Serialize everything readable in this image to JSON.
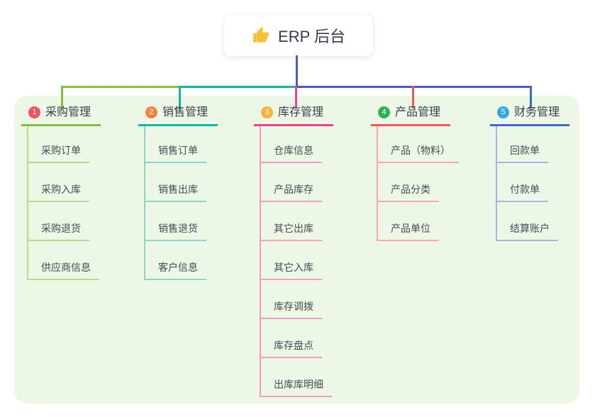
{
  "root": {
    "label": "ERP 后台",
    "icon": "thumbs-up-icon",
    "icon_color": "#f6c232",
    "line_color": "#4d59c8"
  },
  "panel": {
    "background": "#ecf7e6"
  },
  "branches": [
    {
      "number": "1",
      "label": "采购管理",
      "color": "#84bd42",
      "light_color": "#b5db8e",
      "badge_color": "#f25165",
      "children": [
        "采购订单",
        "采购入库",
        "采购退货",
        "供应商信息"
      ]
    },
    {
      "number": "2",
      "label": "销售管理",
      "color": "#12b5a6",
      "light_color": "#86d6cc",
      "badge_color": "#f5823b",
      "children": [
        "销售订单",
        "销售出库",
        "销售退货",
        "客户信息"
      ]
    },
    {
      "number": "3",
      "label": "库存管理",
      "color": "#e8438f",
      "light_color": "#f49ac5",
      "badge_color": "#f7b23c",
      "children": [
        "仓库信息",
        "产品库存",
        "其它出库",
        "其它入库",
        "库存调拨",
        "库存盘点",
        "出库库明细"
      ]
    },
    {
      "number": "4",
      "label": "产品管理",
      "color": "#f4555a",
      "light_color": "#f9a8aa",
      "badge_color": "#31b053",
      "children": [
        "产品（物料）",
        "产品分类",
        "产品单位"
      ]
    },
    {
      "number": "5",
      "label": "财务管理",
      "color": "#3e68d1",
      "light_color": "#9fb6e8",
      "badge_color": "#35a6e5",
      "children": [
        "回款单",
        "付款单",
        "结算账户"
      ]
    }
  ]
}
